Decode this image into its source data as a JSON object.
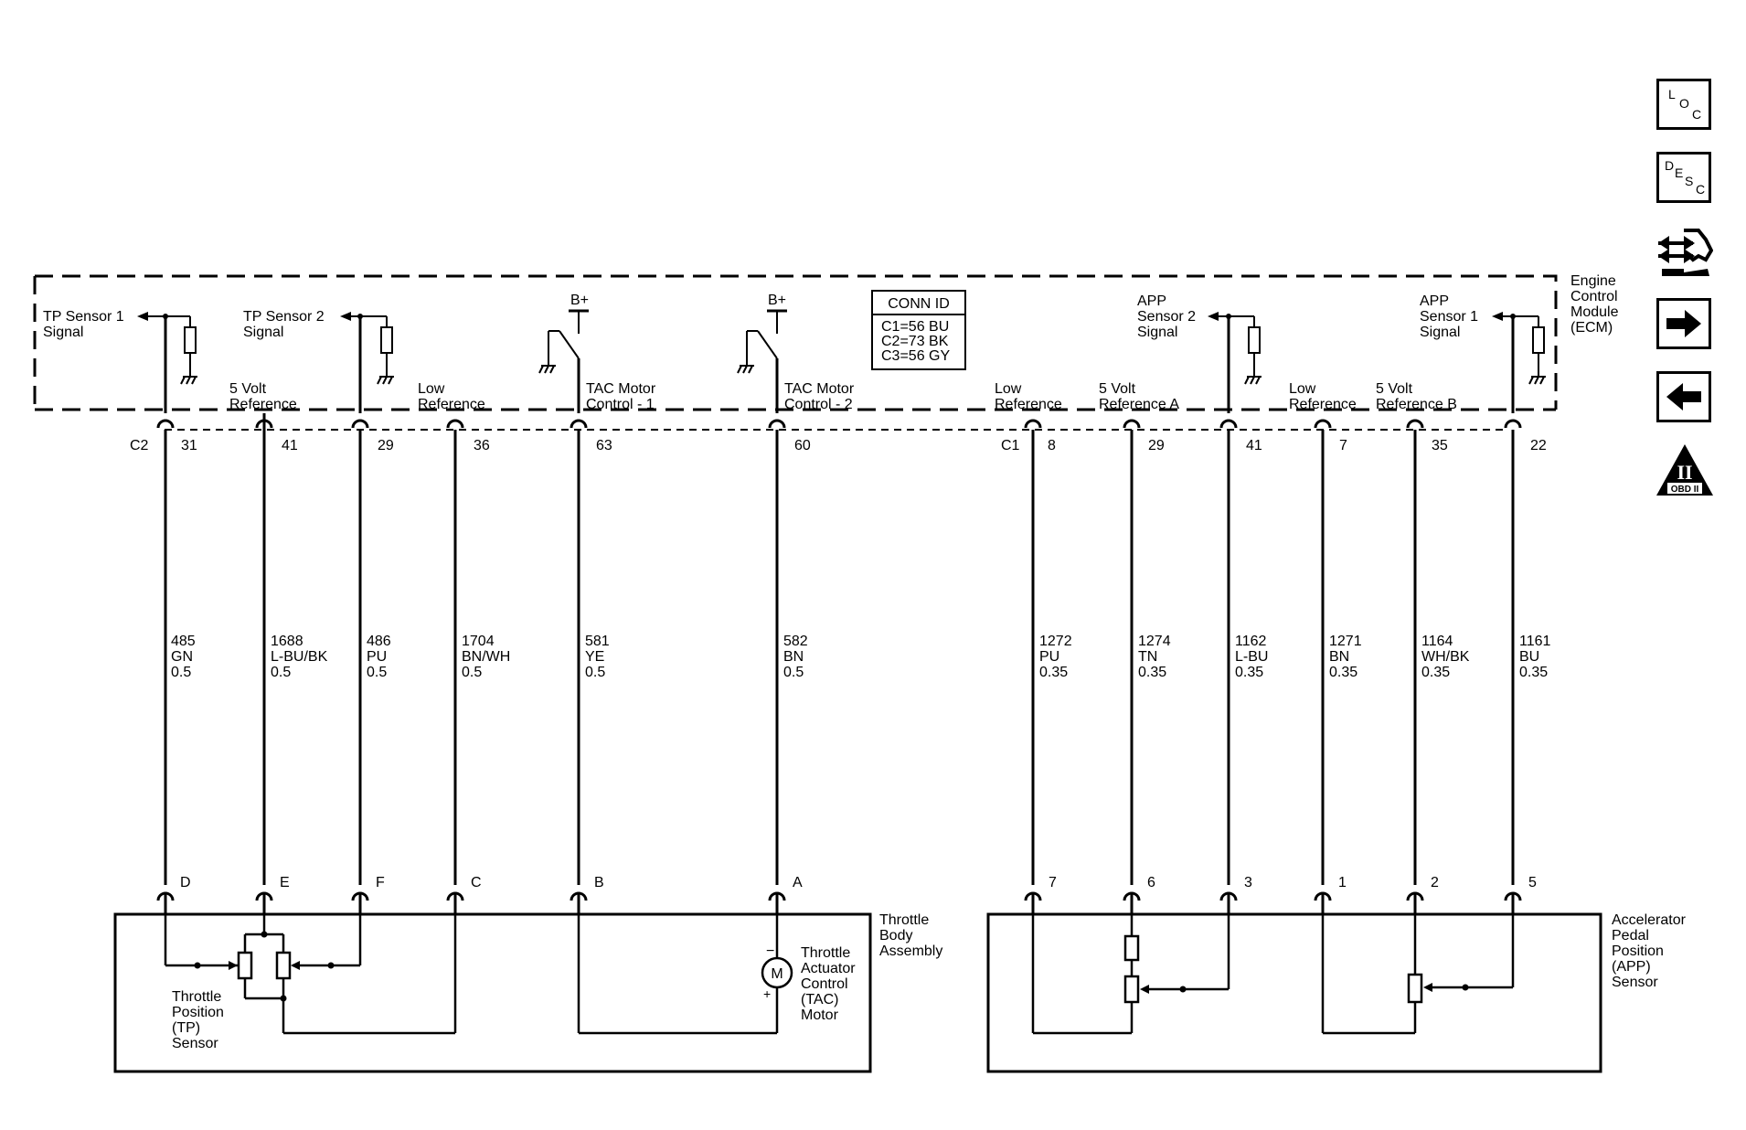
{
  "ecm": {
    "name_lines": [
      "Engine",
      "Control",
      "Module",
      "(ECM)"
    ],
    "conn_id": {
      "title": "CONN ID",
      "rows": [
        "C1=56 BU",
        "C2=73 BK",
        "C3=56 GY"
      ]
    },
    "b_plus": "B+",
    "connector_c2": "C2",
    "connector_c1": "C1"
  },
  "circuits": [
    {
      "id": "c2-31",
      "ecm_label": [
        "TP Sensor 1",
        "Signal"
      ],
      "ecm_pin": "31",
      "wire": [
        "485",
        "GN",
        "0.5"
      ],
      "comp_pin": "D"
    },
    {
      "id": "c2-41",
      "ecm_label": [
        "5 Volt",
        "Reference"
      ],
      "ecm_pin": "41",
      "wire": [
        "1688",
        "L-BU/BK",
        "0.5"
      ],
      "comp_pin": "E"
    },
    {
      "id": "c2-29",
      "ecm_label": [
        "TP Sensor 2",
        "Signal"
      ],
      "ecm_pin": "29",
      "wire": [
        "486",
        "PU",
        "0.5"
      ],
      "comp_pin": "F"
    },
    {
      "id": "c2-36",
      "ecm_label": [
        "Low",
        "Reference"
      ],
      "ecm_pin": "36",
      "wire": [
        "1704",
        "BN/WH",
        "0.5"
      ],
      "comp_pin": "C"
    },
    {
      "id": "c2-63",
      "ecm_label": [
        "TAC Motor",
        "Control - 1"
      ],
      "ecm_pin": "63",
      "wire": [
        "581",
        "YE",
        "0.5"
      ],
      "comp_pin": "B"
    },
    {
      "id": "c2-60",
      "ecm_label": [
        "TAC Motor",
        "Control - 2"
      ],
      "ecm_pin": "60",
      "wire": [
        "582",
        "BN",
        "0.5"
      ],
      "comp_pin": "A"
    },
    {
      "id": "c1-8",
      "ecm_label": [
        "Low",
        "Reference"
      ],
      "ecm_pin": "8",
      "wire": [
        "1272",
        "PU",
        "0.35"
      ],
      "comp_pin": "7"
    },
    {
      "id": "c1-29",
      "ecm_label": [
        "5 Volt",
        "Reference A"
      ],
      "ecm_pin": "29",
      "wire": [
        "1274",
        "TN",
        "0.35"
      ],
      "comp_pin": "6"
    },
    {
      "id": "c1-41",
      "ecm_label": [
        "APP",
        "Sensor 2",
        "Signal"
      ],
      "ecm_pin": "41",
      "wire": [
        "1162",
        "L-BU",
        "0.35"
      ],
      "comp_pin": "3"
    },
    {
      "id": "c1-7",
      "ecm_label": [
        "Low",
        "Reference"
      ],
      "ecm_pin": "7",
      "wire": [
        "1271",
        "BN",
        "0.35"
      ],
      "comp_pin": "1"
    },
    {
      "id": "c1-35",
      "ecm_label": [
        "5 Volt",
        "Reference B"
      ],
      "ecm_pin": "35",
      "wire": [
        "1164",
        "WH/BK",
        "0.35"
      ],
      "comp_pin": "2"
    },
    {
      "id": "c1-22",
      "ecm_label": [
        "APP",
        "Sensor 1",
        "Signal"
      ],
      "ecm_pin": "22",
      "wire": [
        "1161",
        "BU",
        "0.35"
      ],
      "comp_pin": "5"
    }
  ],
  "components": {
    "throttle_body": [
      "Throttle",
      "Body",
      "Assembly"
    ],
    "tp_sensor": [
      "Throttle",
      "Position",
      "(TP)",
      "Sensor"
    ],
    "tac_motor": [
      "Throttle",
      "Actuator",
      "Control",
      "(TAC)",
      "Motor"
    ],
    "motor_symbol": "M",
    "motor_minus": "−",
    "motor_plus": "+",
    "app_sensor": [
      "Accelerator",
      "Pedal",
      "Position",
      "(APP)",
      "Sensor"
    ]
  },
  "nav": {
    "loc": [
      "L",
      "O",
      "C"
    ],
    "desc": [
      "D",
      "E",
      "S",
      "C"
    ],
    "obd": "OBD II",
    "obd_numeral": "II",
    "icons": [
      "connector-wrench-icon",
      "arrow-right-icon",
      "arrow-left-icon",
      "obd-ii-icon"
    ]
  }
}
